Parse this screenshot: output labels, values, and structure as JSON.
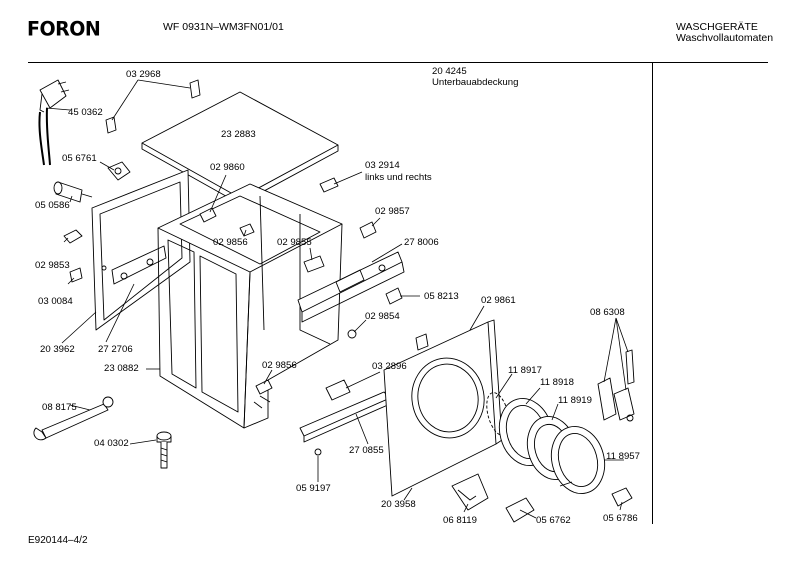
{
  "header": {
    "logo": "FORON",
    "model": "WF 0931N–WM3FN01/01",
    "category": "WASCHGERÄTE",
    "subcategory": "Waschvollautomaten"
  },
  "footer": {
    "drawing_id": "E920144–4/2"
  },
  "parts": [
    {
      "id": "p_032968",
      "text": "03 2968"
    },
    {
      "id": "p_450362",
      "text": "45 0362"
    },
    {
      "id": "p_056761",
      "text": "05 6761"
    },
    {
      "id": "p_050586",
      "text": "05 0586"
    },
    {
      "id": "p_029853",
      "text": "02 9853"
    },
    {
      "id": "p_030084",
      "text": "03 0084"
    },
    {
      "id": "p_203962",
      "text": "20 3962"
    },
    {
      "id": "p_272706",
      "text": "27 2706"
    },
    {
      "id": "p_230882",
      "text": "23 0882"
    },
    {
      "id": "p_088175",
      "text": "08 8175"
    },
    {
      "id": "p_040302",
      "text": "04 0302"
    },
    {
      "id": "p_232883",
      "text": "23 2883"
    },
    {
      "id": "p_029860",
      "text": "02 9860"
    },
    {
      "id": "p_029856a",
      "text": "02 9856"
    },
    {
      "id": "p_029855",
      "text": "02 9855"
    },
    {
      "id": "p_029856b",
      "text": "02 9856"
    },
    {
      "id": "p_204245",
      "text": "20 4245"
    },
    {
      "id": "p_unterbau",
      "text": "Unterbauabdeckung"
    },
    {
      "id": "p_032914",
      "text": "03 2914"
    },
    {
      "id": "p_links",
      "text": "links und rechts"
    },
    {
      "id": "p_029857",
      "text": "02 9857"
    },
    {
      "id": "p_278006",
      "text": "27 8006"
    },
    {
      "id": "p_058213",
      "text": "05 8213"
    },
    {
      "id": "p_029854",
      "text": "02 9854"
    },
    {
      "id": "p_029861",
      "text": "02 9861"
    },
    {
      "id": "p_032896",
      "text": "03 2896"
    },
    {
      "id": "p_270855",
      "text": "27 0855"
    },
    {
      "id": "p_059197",
      "text": "05 9197"
    },
    {
      "id": "p_203958",
      "text": "20 3958"
    },
    {
      "id": "p_068119",
      "text": "06 8119"
    },
    {
      "id": "p_056762",
      "text": "05 6762"
    },
    {
      "id": "p_118917",
      "text": "11 8917"
    },
    {
      "id": "p_118918",
      "text": "11 8918"
    },
    {
      "id": "p_118919",
      "text": "11 8919"
    },
    {
      "id": "p_086308",
      "text": "08 6308"
    },
    {
      "id": "p_118957",
      "text": "11 8957"
    },
    {
      "id": "p_056786",
      "text": "05 6786"
    }
  ]
}
